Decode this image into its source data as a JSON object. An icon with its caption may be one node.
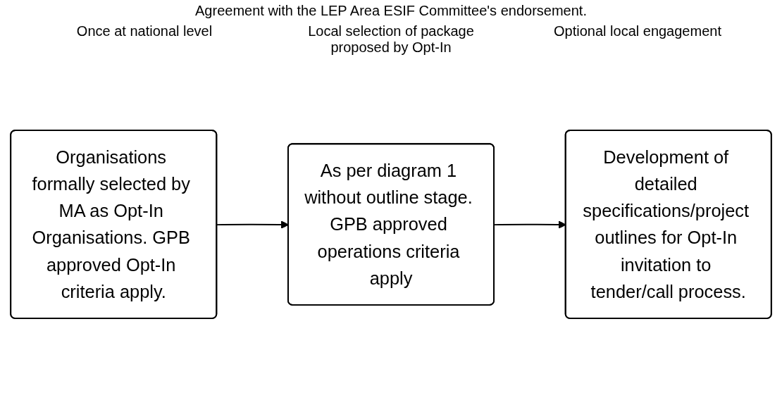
{
  "diagram": {
    "nodes": [
      {
        "text": [
          "Organisations formally selected by MA as Opt-In Organisations. GPB approved Opt-In criteria apply."
        ]
      },
      {
        "text": [
          "As per diagram 1 without outline stage. GPB approved operations criteria apply"
        ]
      },
      {
        "text": [
          "Development of detailed specifications/project outlines for Opt-In invitation to tender/call process."
        ]
      }
    ],
    "edges": [
      {
        "from": 0,
        "to": 1,
        "arrow": "to"
      },
      {
        "from": 1,
        "to": 2,
        "arrow": "to"
      }
    ],
    "labels": [
      "Agreement with the LEP Area ESIF Committee's endorsement.",
      "Once at national level",
      "Local selection of package proposed by Opt-In",
      "Optional local engagement"
    ]
  }
}
